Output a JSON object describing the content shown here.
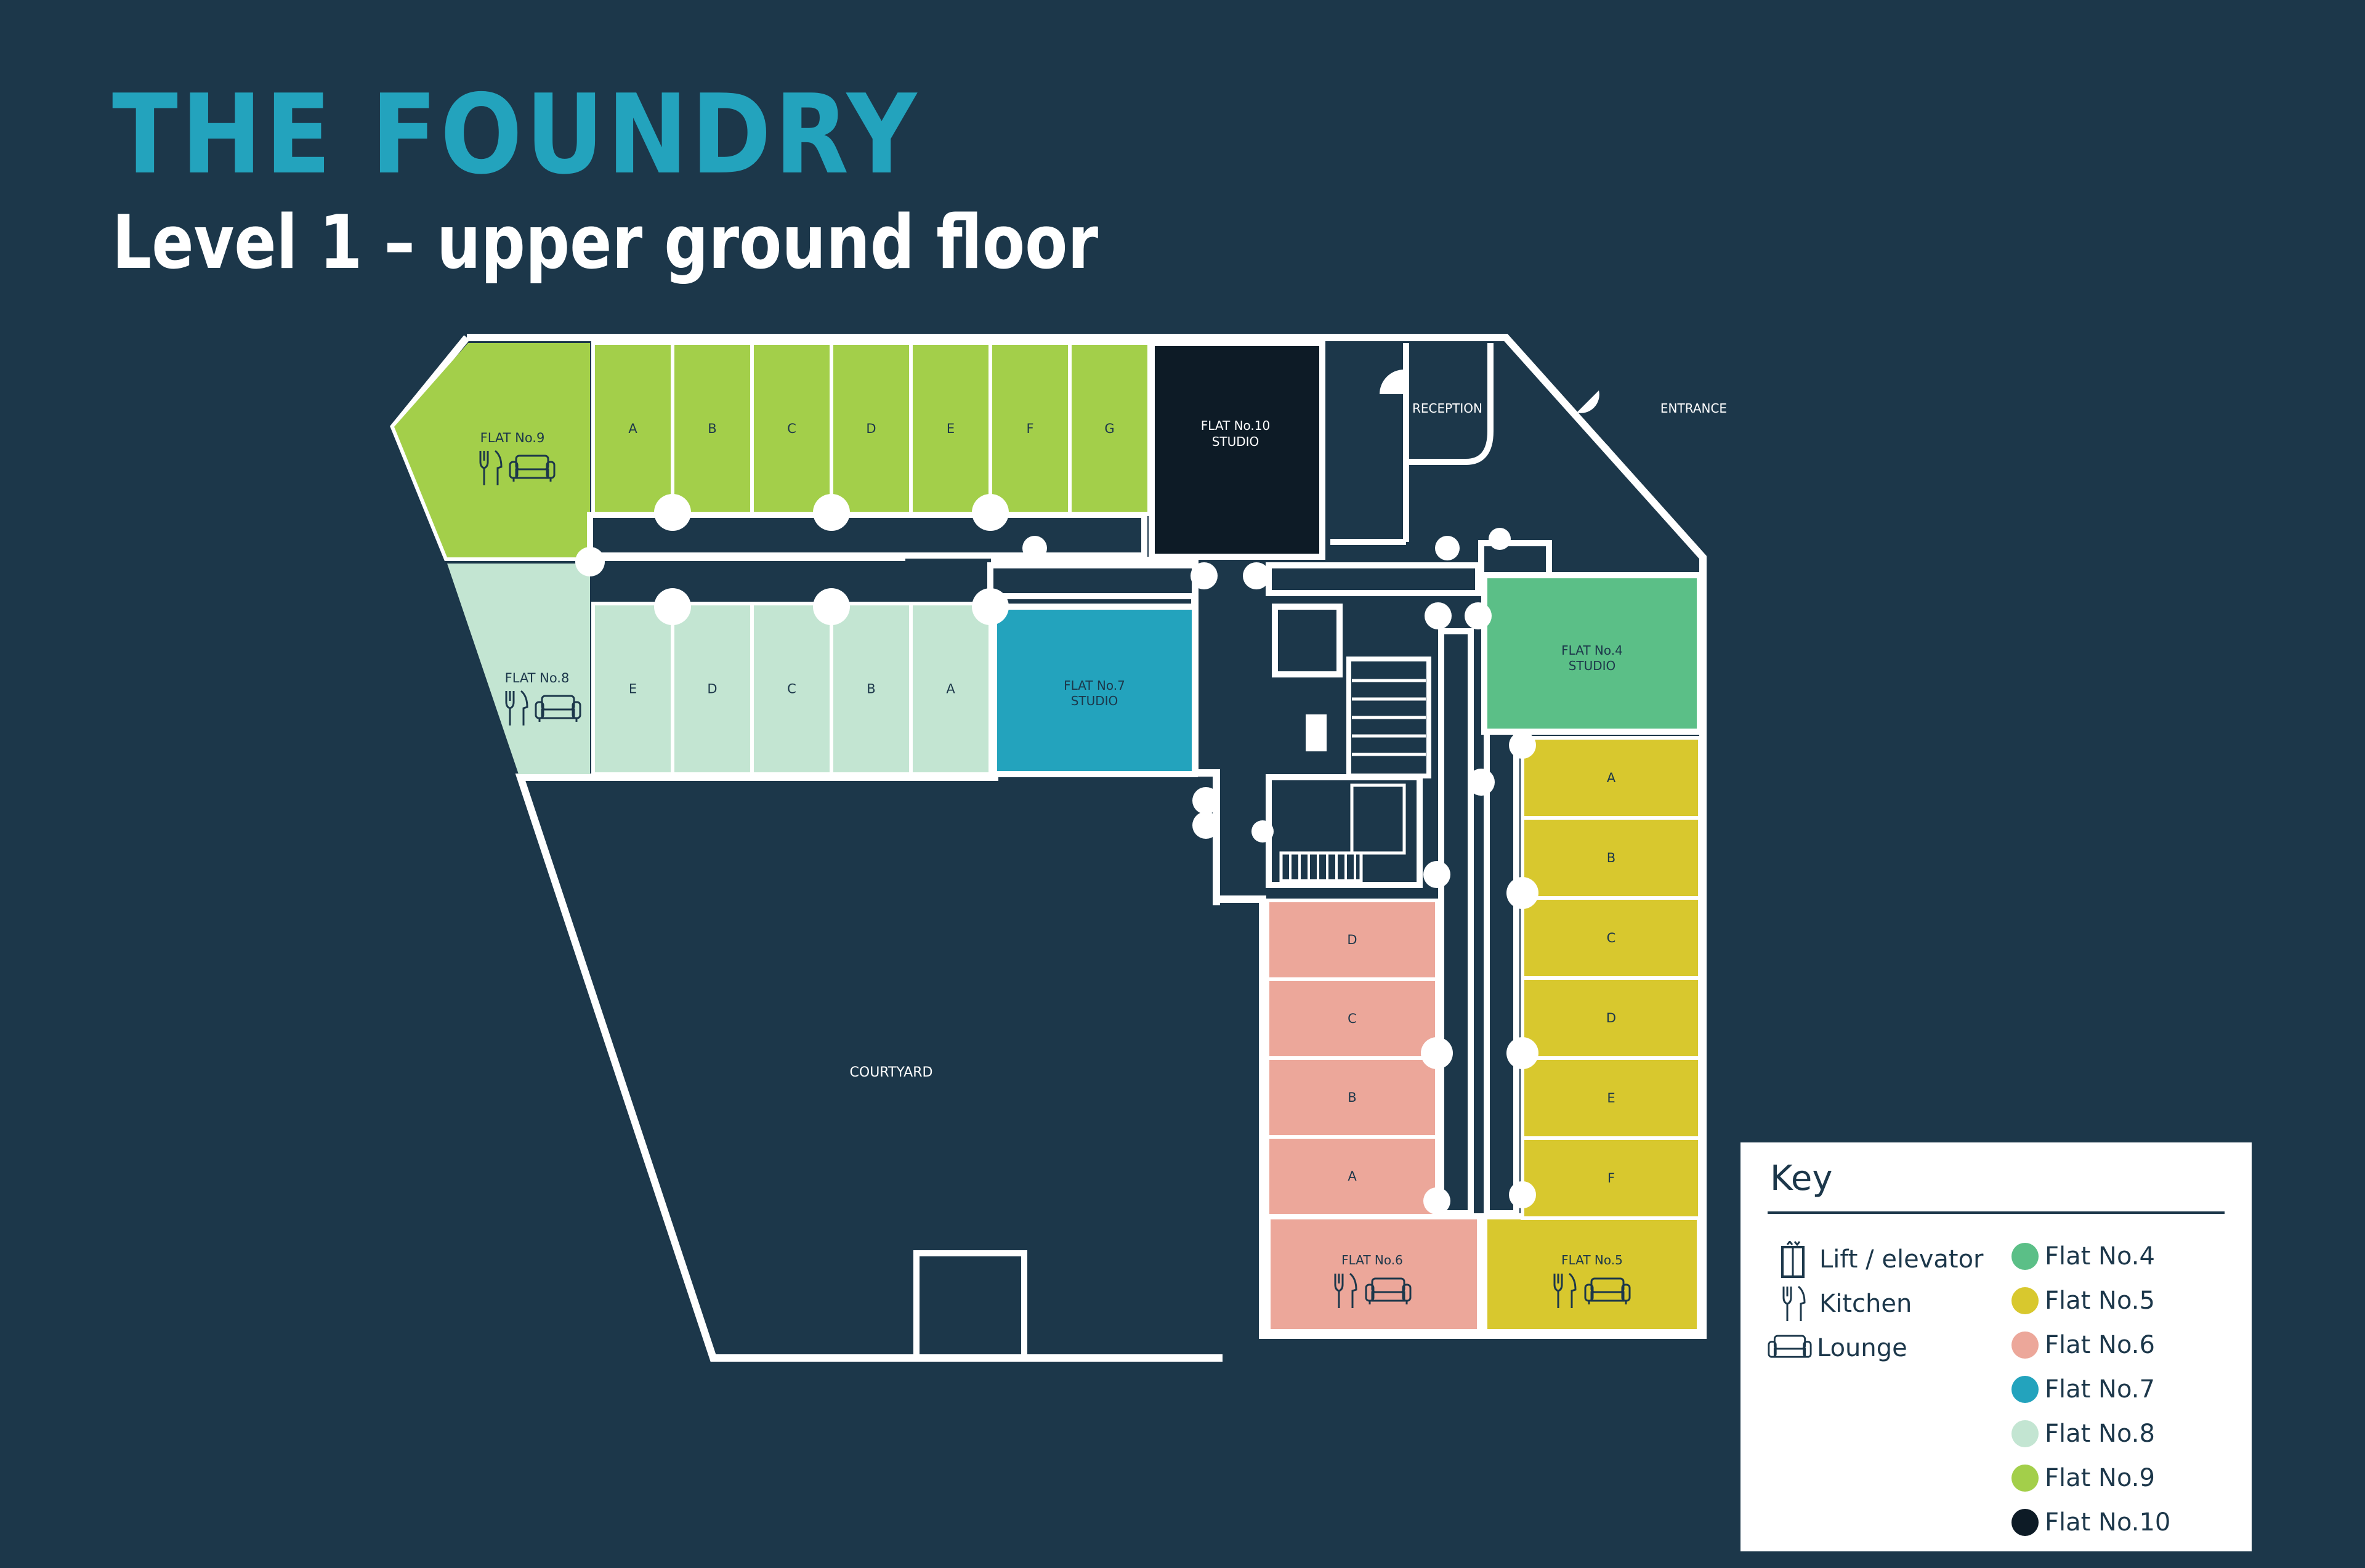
{
  "header": {
    "title": "THE FOUNDRY",
    "subtitle": "Level 1 – upper ground floor"
  },
  "colors": {
    "background": "#1c374a",
    "title": "#23a3bd",
    "wall": "#ffffff",
    "flat4": "#5bbf87",
    "flat5": "#d8c82e",
    "flat6": "#eca79a",
    "flat7": "#23a3bd",
    "flat8": "#c3e5d2",
    "flat9": "#a3cf4a",
    "flat10": "#0d1b26"
  },
  "plan": {
    "flat9": {
      "label": "FLAT No.9",
      "rooms": [
        "A",
        "B",
        "C",
        "D",
        "E",
        "F",
        "G"
      ]
    },
    "flat8": {
      "label": "FLAT No.8",
      "rooms": [
        "E",
        "D",
        "C",
        "B",
        "A"
      ]
    },
    "flat7": {
      "label1": "FLAT No.7",
      "label2": "STUDIO"
    },
    "flat10": {
      "label1": "FLAT No.10",
      "label2": "STUDIO"
    },
    "flat4": {
      "label1": "FLAT No.4",
      "label2": "STUDIO"
    },
    "flat5": {
      "label": "FLAT No.5",
      "rooms": [
        "A",
        "B",
        "C",
        "D",
        "E",
        "F"
      ]
    },
    "flat6": {
      "label": "FLAT No.6",
      "rooms": [
        "D",
        "C",
        "B",
        "A"
      ]
    },
    "reception": "RECEPTION",
    "entrance": "ENTRANCE",
    "courtyard": "COURTYARD"
  },
  "key": {
    "title": "Key",
    "icons": [
      {
        "icon": "lift-icon",
        "label": "Lift / elevator"
      },
      {
        "icon": "kitchen-icon",
        "label": "Kitchen"
      },
      {
        "icon": "lounge-icon",
        "label": "Lounge"
      }
    ],
    "flats": [
      {
        "label": "Flat No.4",
        "color": "#5bbf87"
      },
      {
        "label": "Flat No.5",
        "color": "#d8c82e"
      },
      {
        "label": "Flat No.6",
        "color": "#eca79a"
      },
      {
        "label": "Flat No.7",
        "color": "#23a3bd"
      },
      {
        "label": "Flat No.8",
        "color": "#c3e5d2"
      },
      {
        "label": "Flat No.9",
        "color": "#a3cf4a"
      },
      {
        "label": "Flat No.10",
        "color": "#0d1b26"
      }
    ]
  }
}
